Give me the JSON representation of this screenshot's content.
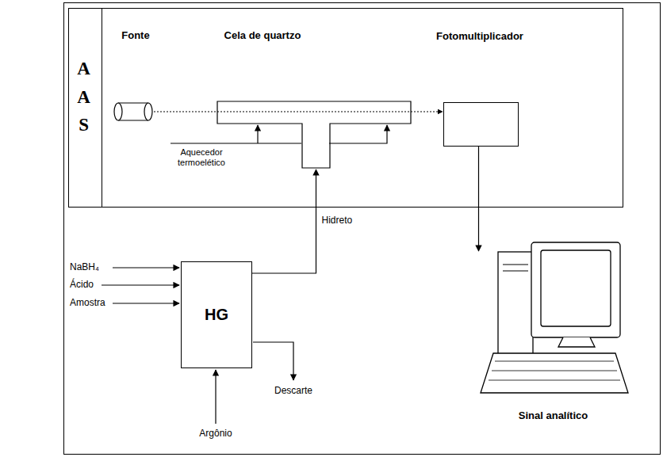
{
  "diagram": {
    "nodes": [
      {
        "text": [
          "A A S"
        ]
      },
      {
        "text": [
          "Fonte"
        ],
        "in": 0
      },
      {
        "text": [
          "Cela de quartzo"
        ],
        "in": 0
      },
      {
        "text": [
          "Fotomultiplicador"
        ],
        "in": 0
      },
      {
        "text": [
          "HG"
        ]
      },
      {
        "text": [
          "Sinal analítico"
        ]
      }
    ],
    "edges": [
      {
        "from": 1,
        "to": 3,
        "arrow": "to"
      },
      {
        "from": 4,
        "to": 2,
        "label": "Hidreto",
        "arrow": "to"
      },
      {
        "from": 3,
        "to": 5,
        "arrow": "to"
      }
    ],
    "labels": [
      "NaBH₄",
      "Ácido",
      "Amostra",
      "Aquecedor termoelético",
      "Descarte",
      "Argônio"
    ]
  }
}
